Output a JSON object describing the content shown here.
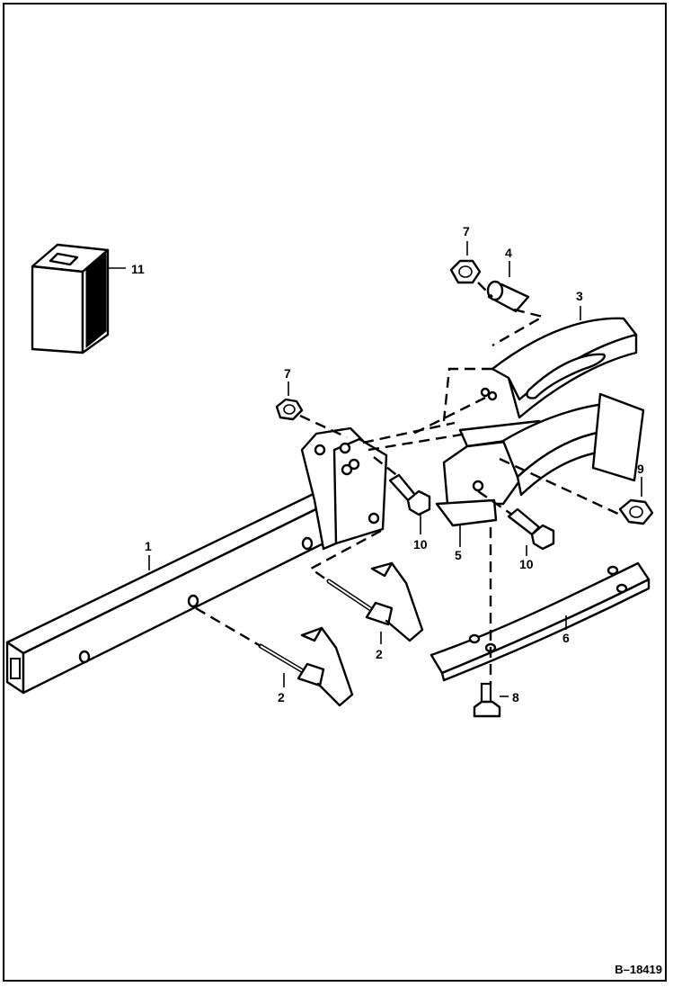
{
  "callouts": {
    "c1": "1",
    "c2a": "2",
    "c2b": "2",
    "c3": "3",
    "c4": "4",
    "c5": "5",
    "c6": "6",
    "c7a": "7",
    "c7b": "7",
    "c8": "8",
    "c9": "9",
    "c10a": "10",
    "c10b": "10",
    "c11": "11"
  },
  "figure_ref": "B–18419"
}
